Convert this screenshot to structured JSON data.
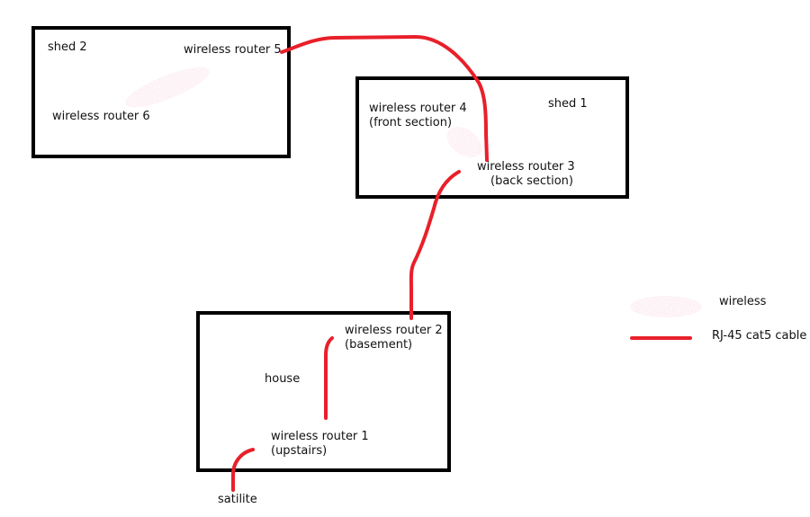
{
  "buildings": {
    "shed2": {
      "label": "shed 2"
    },
    "shed1": {
      "label": "shed 1"
    },
    "house": {
      "label": "house"
    }
  },
  "routers": {
    "r1": {
      "name": "wireless router 1",
      "note": "(upstairs)"
    },
    "r2": {
      "name": "wireless router 2",
      "note": "(basement)"
    },
    "r3": {
      "name": "wireless router 3",
      "note": "(back section)"
    },
    "r4": {
      "name": "wireless router 4",
      "note": "(front section)"
    },
    "r5": {
      "name": "wireless router 5"
    },
    "r6": {
      "name": "wireless router 6"
    }
  },
  "satellite": {
    "label": "satilite"
  },
  "legend": {
    "wireless": "wireless",
    "cable": "RJ-45 cat5 cable"
  },
  "colors": {
    "cable": "#e8202a",
    "wireless": "#f2a9bf",
    "building_border": "#000000"
  }
}
